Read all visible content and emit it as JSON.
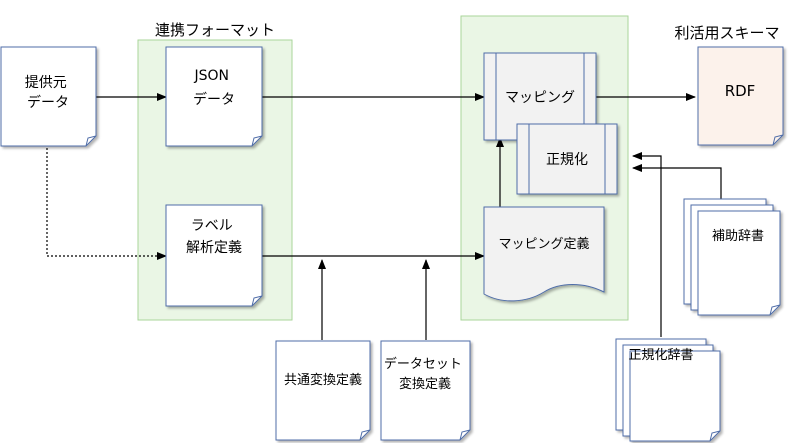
{
  "groups": {
    "format_title": "連携フォーマット",
    "schema_title": "利活用スキーマ"
  },
  "nodes": {
    "source": [
      "提供元",
      "データ"
    ],
    "json": [
      "JSON",
      "データ"
    ],
    "label_def": [
      "ラベル",
      "解析定義"
    ],
    "mapping": "マッピング",
    "normalize": "正規化",
    "mapping_def": "マッピング定義",
    "rdf": "RDF",
    "aux_dict": "補助辞書",
    "norm_dict": "正規化辞書",
    "common_def": "共通変換定義",
    "dataset_def": [
      "データセット",
      "変換定義"
    ]
  },
  "colors": {
    "group_fill": "#eaf6e5",
    "group_border": "#a9d59a",
    "doc_border": "#4f6da8",
    "process_fill": "#f2f2f2",
    "rdf_fill": "#fcf2eb"
  }
}
